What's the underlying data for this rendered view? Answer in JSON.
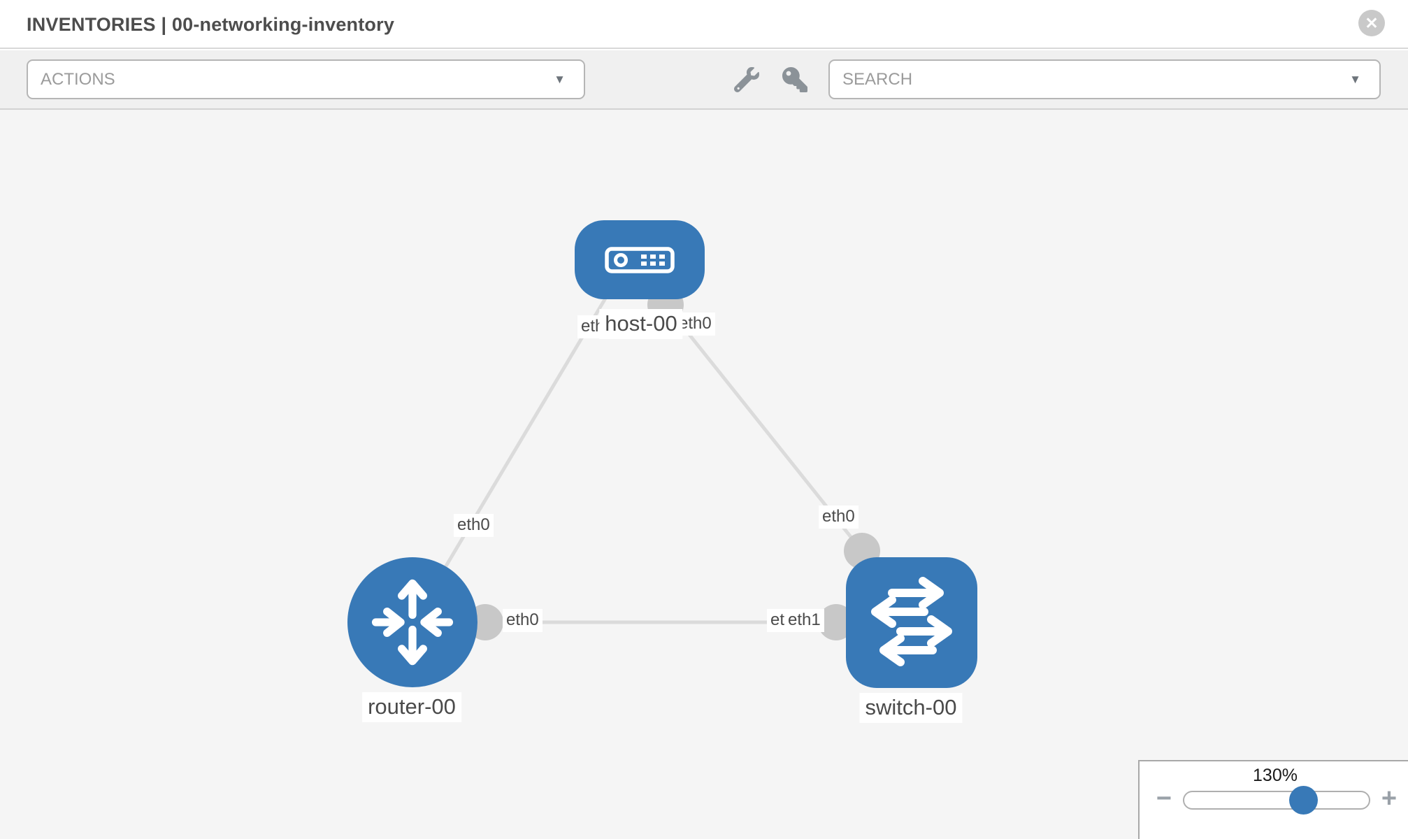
{
  "header": {
    "title": "INVENTORIES | 00-networking-inventory",
    "close_glyph": "✕"
  },
  "toolbar": {
    "actions": {
      "label": "ACTIONS",
      "caret": "▼"
    },
    "search": {
      "placeholder": "SEARCH",
      "caret": "▼"
    }
  },
  "topology": {
    "nodes": [
      {
        "label": "host-00",
        "type": "host"
      },
      {
        "label": "router-00",
        "type": "router"
      },
      {
        "label": "switch-00",
        "type": "switch"
      }
    ],
    "links": [
      {
        "from": "host-00",
        "from_interface": "eth0",
        "to": "router-00",
        "to_interface": "eth0"
      },
      {
        "from": "host-00",
        "from_interface": "eth0",
        "to": "switch-00",
        "to_interface": "eth0"
      },
      {
        "from": "router-00",
        "from_interface": "eth0",
        "to": "switch-00",
        "to_interface": "eth1"
      }
    ],
    "port_labels": [
      {
        "text": "eth0"
      },
      {
        "text": "eth0"
      },
      {
        "text": "eth0"
      },
      {
        "text": "eth0"
      },
      {
        "text": "eth0"
      },
      {
        "text": "eth0"
      },
      {
        "text": "eth1"
      }
    ]
  },
  "zoom_control": {
    "value": "130%",
    "minus_glyph": "−",
    "plus_glyph": "+"
  },
  "colors": {
    "node_blue": "#3879b7",
    "link_gray": "#dbdbdb",
    "port_gray": "#c8c8c8",
    "canvas_bg": "#f5f5f5"
  }
}
